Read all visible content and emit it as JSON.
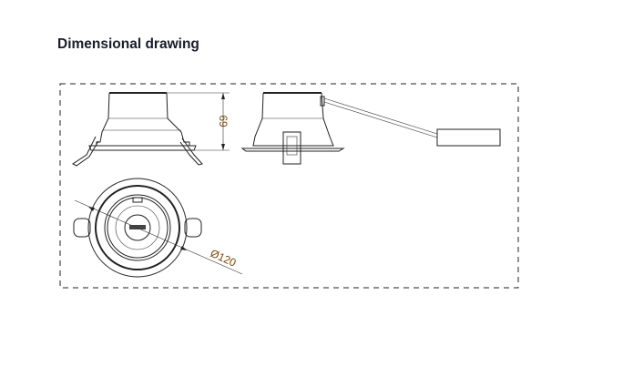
{
  "heading": "Dimensional drawing",
  "drawing": {
    "height_label": "69",
    "diameter_label": "Ø120",
    "label_color": "#7a4a10"
  }
}
